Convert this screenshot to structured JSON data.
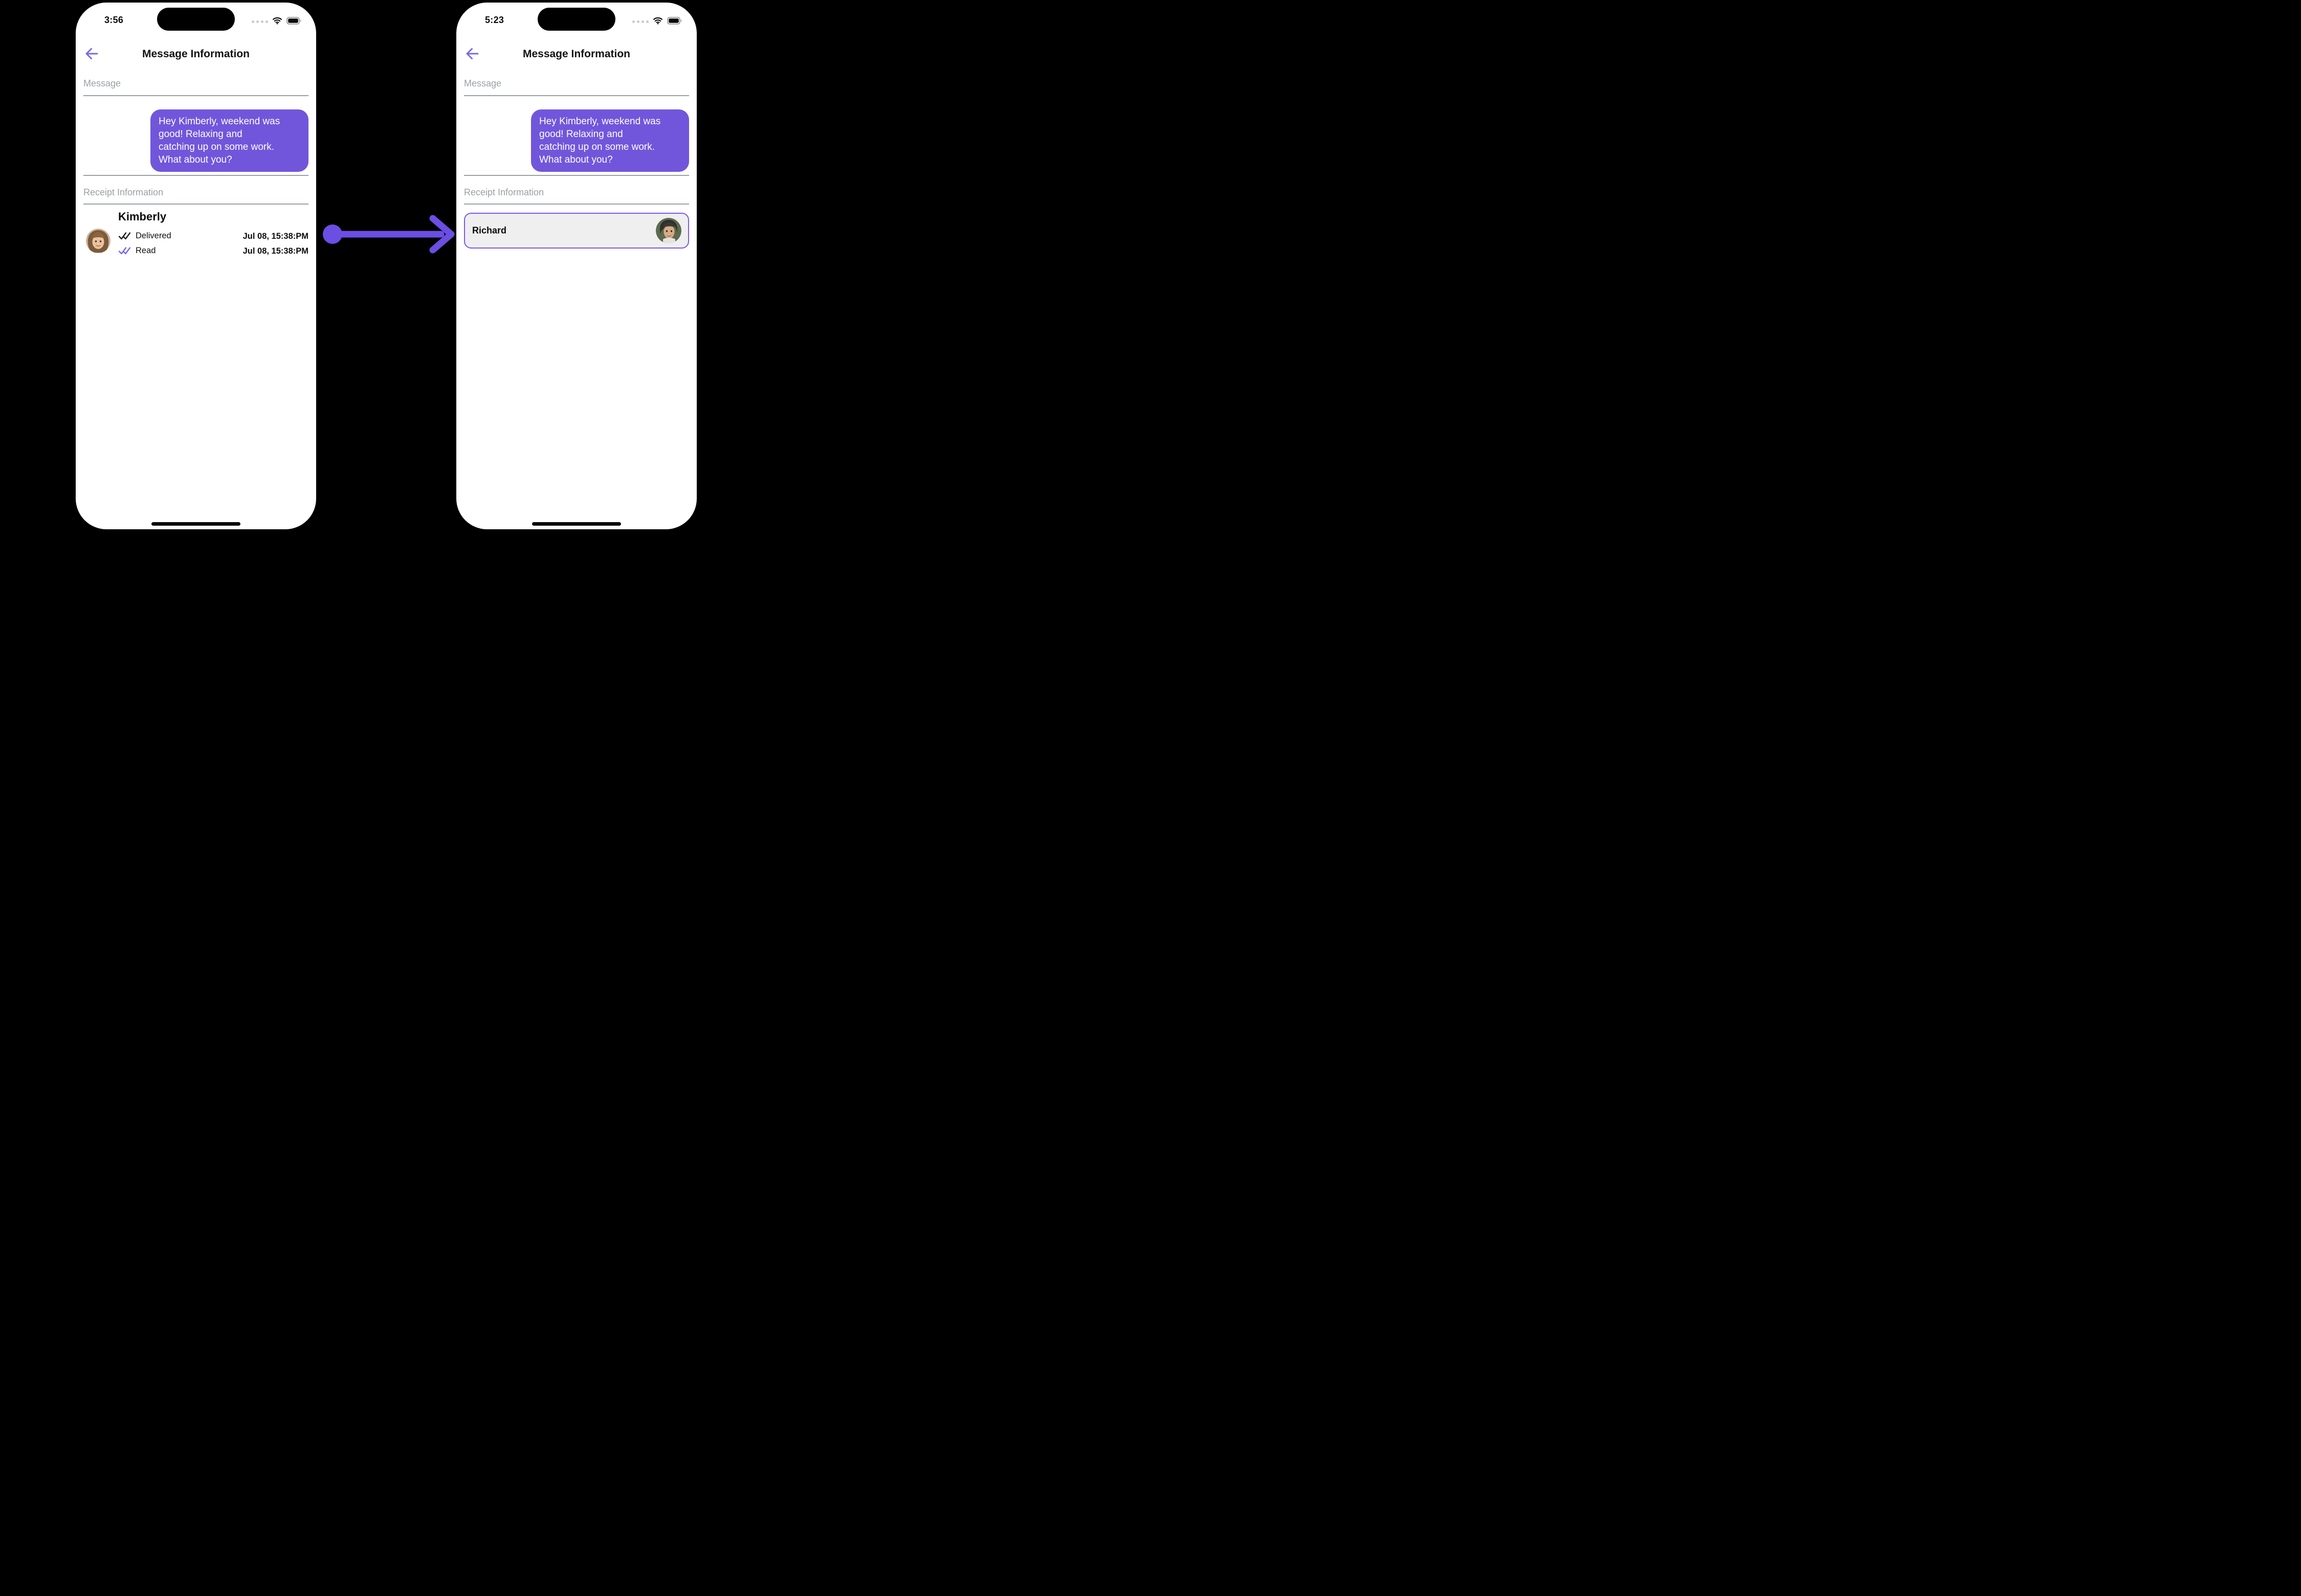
{
  "colors": {
    "bubble_purple": "#7156DB",
    "transition_arrow_purple": "#6B4EE2",
    "back_arrow_purple": "#7968EA",
    "read_check_purple": "#7B62F0",
    "recipient_row_border": "#7A5AEE",
    "recipient_row_bg": "#EFEFF0",
    "section_label_gray": "#9BA0A6",
    "divider_gray": "#9AA0A6"
  },
  "icons": {
    "back_arrow": "left-arrow-icon",
    "cellular": "cellular-dots-icon",
    "wifi": "wifi-icon",
    "battery": "battery-full-icon",
    "delivered_check": "double-check-icon",
    "read_check": "double-check-icon",
    "transition": "right-arrow-with-dot-icon"
  },
  "left_phone": {
    "status": {
      "time": "3:56"
    },
    "header": {
      "title": "Message Information"
    },
    "message_section": {
      "label": "Message",
      "bubble_text": "Hey Kimberly, weekend was\ngood!  Relaxing and\ncatching up on some work.\nWhat about you?"
    },
    "receipt_section": {
      "label": "Receipt Information",
      "contact_name": "Kimberly",
      "rows": [
        {
          "status": "Delivered",
          "timestamp": "Jul 08, 15:38:PM"
        },
        {
          "status": "Read",
          "timestamp": "Jul 08, 15:38:PM"
        }
      ]
    }
  },
  "right_phone": {
    "status": {
      "time": "5:23"
    },
    "header": {
      "title": "Message Information"
    },
    "message_section": {
      "label": "Message",
      "bubble_text": "Hey Kimberly, weekend was\ngood!  Relaxing and\ncatching up on some work.\nWhat about you?"
    },
    "receipt_section": {
      "label": "Receipt Information",
      "recipient_row": {
        "name": "Richard"
      }
    }
  }
}
